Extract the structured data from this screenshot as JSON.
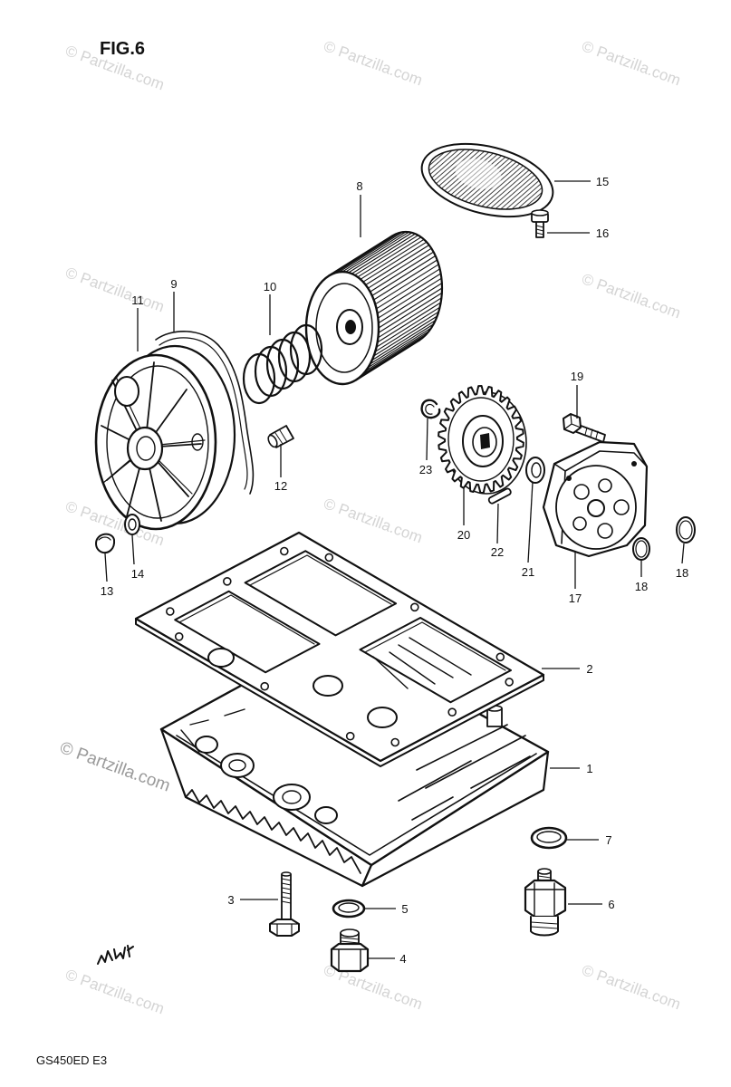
{
  "figure_title": "FIG.6",
  "model_code": "GS450ED E3",
  "watermark": "© Partzilla.com",
  "callouts": [
    "15",
    "16",
    "8",
    "9",
    "10",
    "11",
    "19",
    "23",
    "12",
    "20",
    "22",
    "21",
    "14",
    "13",
    "17",
    "18",
    "18",
    "2",
    "1",
    "7",
    "3",
    "5",
    "6",
    "4"
  ],
  "colors": {
    "ink": "#111111",
    "watermark": "#d4d4d4",
    "background": "#ffffff"
  }
}
